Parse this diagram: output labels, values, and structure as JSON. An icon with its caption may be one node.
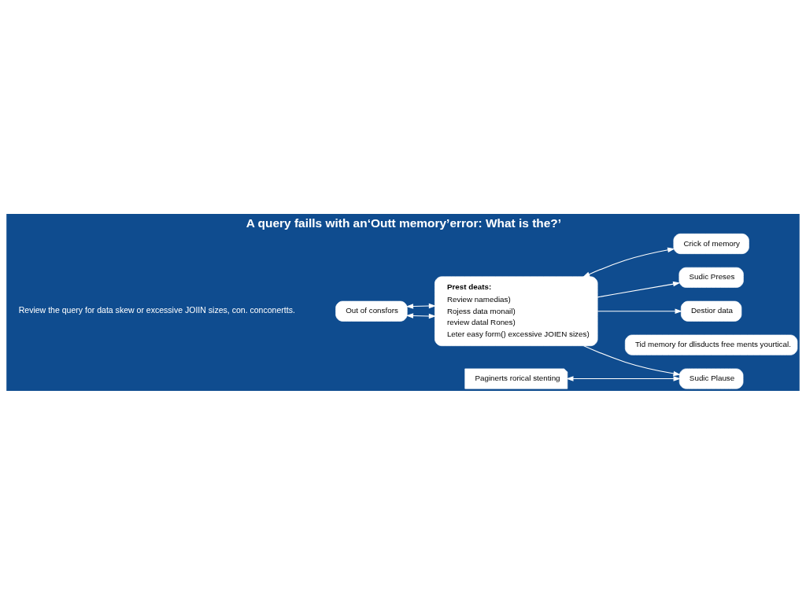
{
  "diagram": {
    "title": "A query faills with an‘Outt memory’error: What is the?’",
    "nodes": [
      {
        "text": [
          "Out of consfors"
        ]
      },
      {
        "text": [
          "Crick of memory"
        ]
      },
      {
        "text": [
          "Prest deats:",
          "Review namedias)",
          "Rojess data monail)",
          "review datal Rones)",
          "Leter easy form() excessive JOIEN sizes)"
        ]
      },
      {
        "text": [
          "Sudic Preses"
        ]
      },
      {
        "text": [
          "Sudic Plause"
        ]
      },
      {
        "text": [
          "Destior data"
        ]
      },
      {
        "text": [
          "Paginerts rorical stenting"
        ]
      },
      {
        "text": [
          "Tid memory for dlisducts free ments yourtical."
        ]
      }
    ],
    "edges": [
      {
        "from": 0,
        "to": 2,
        "arrow": "both"
      },
      {
        "from": 2,
        "to": 0,
        "arrow": "both"
      },
      {
        "from": 2,
        "to": 1,
        "arrow": "both"
      },
      {
        "from": 2,
        "to": 3,
        "arrow": "to"
      },
      {
        "from": 2,
        "to": 4,
        "arrow": "to"
      },
      {
        "from": 2,
        "to": 5,
        "arrow": "to"
      },
      {
        "from": 6,
        "to": 4,
        "arrow": "both"
      }
    ],
    "labels": [
      "Review the query for data skew or excessive JOIIN sizes, con. conconertts."
    ]
  }
}
